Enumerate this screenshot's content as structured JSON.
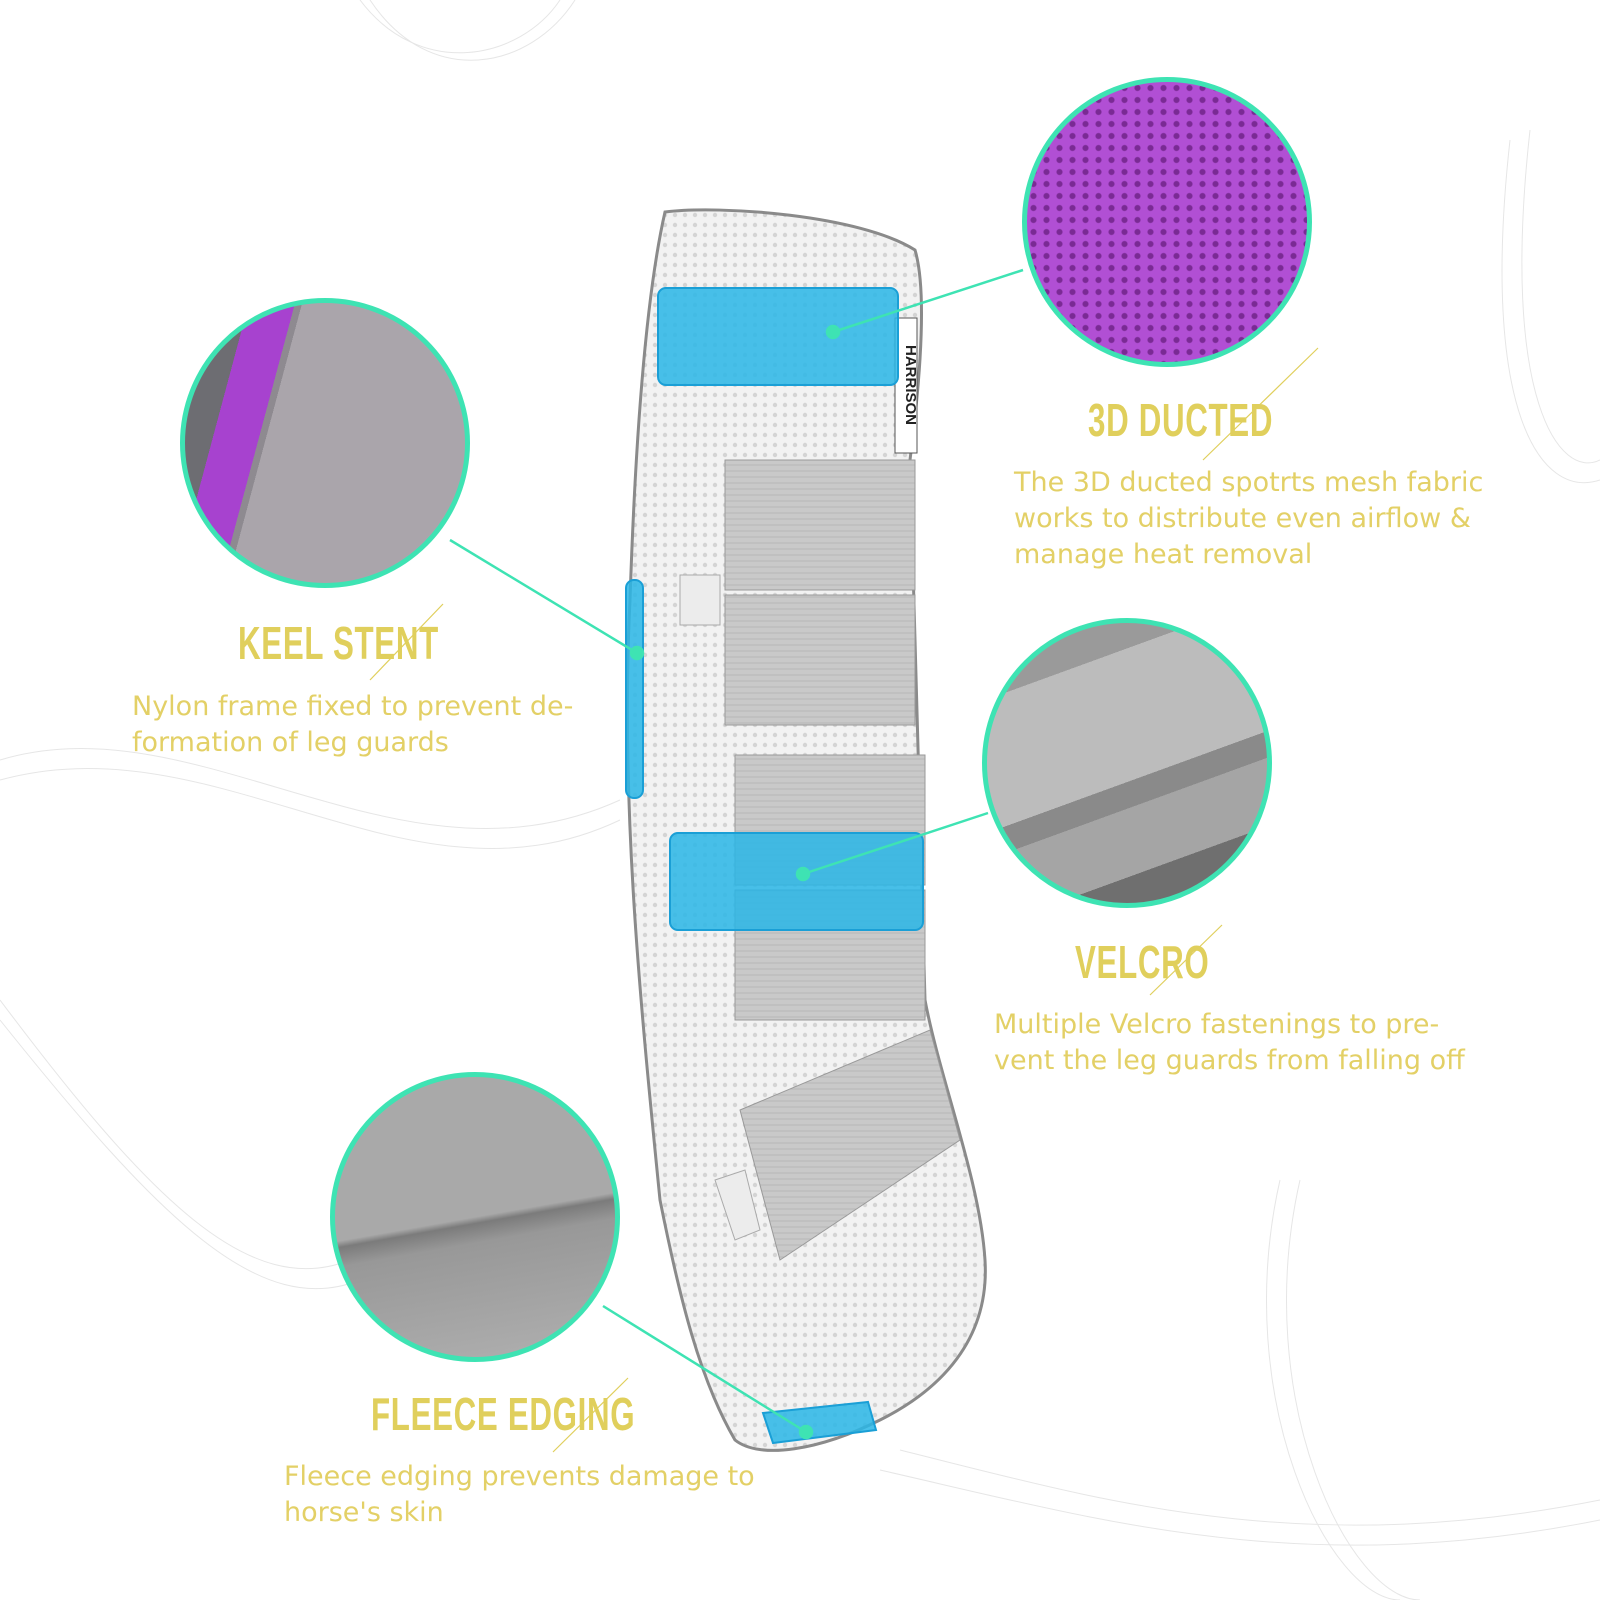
{
  "brand_label": "HARRISON",
  "colors": {
    "accent": "#3ee3b3",
    "text": "#e0cf5c",
    "highlight": "#29b6e6",
    "mesh_purple": "#a43cc6"
  },
  "features": [
    {
      "id": "3d-ducted",
      "title": "3D DUCTED",
      "lines": [
        "The 3D ducted spotrts mesh fabric",
        "works to distribute even airflow &",
        "manage heat removal"
      ]
    },
    {
      "id": "keel-stent",
      "title": "KEEL STENT",
      "lines": [
        "Nylon frame fixed to prevent de-",
        "formation of leg guards"
      ]
    },
    {
      "id": "velcro",
      "title": "VELCRO",
      "lines": [
        "Multiple Velcro fastenings to pre-",
        "vent the leg guards from falling off"
      ]
    },
    {
      "id": "fleece-edging",
      "title": "FLEECE EDGING",
      "lines": [
        "Fleece edging prevents damage to",
        "horse's skin"
      ]
    }
  ]
}
